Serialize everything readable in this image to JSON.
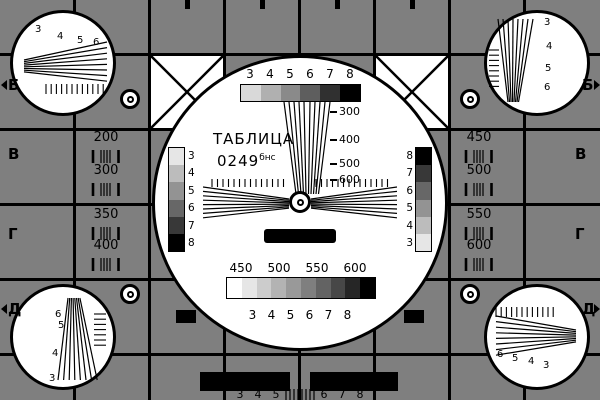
{
  "card": {
    "title": "ТАБЛИЦА",
    "number": "0249",
    "number_suffix": "бнс"
  },
  "colors": {
    "background_gray": "#7f7f7f",
    "grid_line": "#000000",
    "circle_white": "#ffffff",
    "mark_black": "#000000"
  },
  "row_letters": {
    "left": [
      "Б",
      "В",
      "Г",
      "Д"
    ],
    "right": [
      "Б",
      "В",
      "Г",
      "Д"
    ]
  },
  "resolution_groups": {
    "left": [
      "200",
      "300",
      "350",
      "400"
    ],
    "right": [
      "450",
      "500",
      "550",
      "600"
    ]
  },
  "center_wedge": {
    "labels": [
      "300",
      "400",
      "500",
      "600"
    ]
  },
  "scales": {
    "top": {
      "labels": [
        "3",
        "4",
        "5",
        "6",
        "7",
        "8"
      ],
      "steps": [
        "#d9d9d9",
        "#b0b0b0",
        "#8a8a8a",
        "#5e5e5e",
        "#303030",
        "#000000"
      ]
    },
    "left": {
      "labels": [
        "3",
        "4",
        "5",
        "6",
        "7",
        "8"
      ],
      "steps": [
        "#e6e6e6",
        "#bcbcbc",
        "#939393",
        "#676767",
        "#383838",
        "#000000"
      ]
    },
    "right": {
      "labels": [
        "8",
        "7",
        "6",
        "5",
        "4",
        "3"
      ],
      "steps": [
        "#000000",
        "#383838",
        "#676767",
        "#939393",
        "#bcbcbc",
        "#e6e6e6"
      ]
    },
    "bottom": {
      "labels_top": [
        "450",
        "500",
        "550",
        "600"
      ],
      "labels_bottom": [
        "3",
        "4",
        "5",
        "6",
        "7",
        "8"
      ],
      "steps": [
        "#ffffff",
        "#e6e6e6",
        "#cccccc",
        "#b3b3b3",
        "#999999",
        "#7f7f7f",
        "#636363",
        "#474747",
        "#262626",
        "#000000"
      ]
    }
  },
  "corner_wedges": {
    "top_left": {
      "labels": [
        "3",
        "4",
        "5",
        "6"
      ]
    },
    "top_right": {
      "labels": [
        "3",
        "4",
        "5",
        "6"
      ]
    },
    "bottom_left": {
      "labels": [
        "6",
        "5",
        "4",
        "3"
      ]
    },
    "bottom_right": {
      "labels": [
        "6",
        "5",
        "4",
        "3"
      ]
    }
  },
  "bottom_edge": {
    "labels_left": [
      "3",
      "4",
      "5"
    ],
    "labels_right": [
      "6",
      "7",
      "8"
    ]
  }
}
